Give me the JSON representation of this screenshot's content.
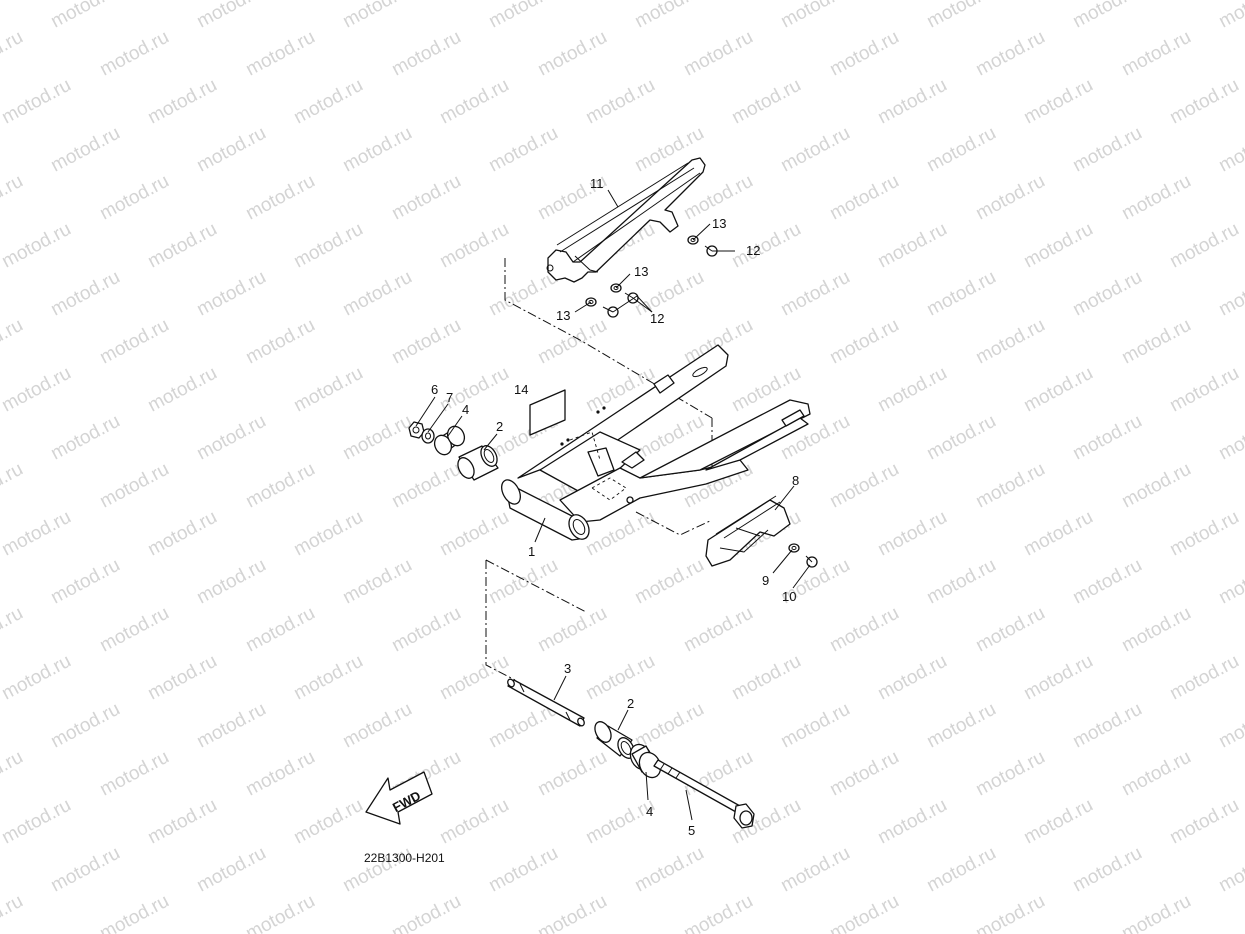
{
  "watermark": {
    "text": "motod.ru",
    "color": "#d4d4d4"
  },
  "callouts": [
    {
      "id": "11",
      "label": "11"
    },
    {
      "id": "13a",
      "label": "13"
    },
    {
      "id": "12a",
      "label": "12"
    },
    {
      "id": "13b",
      "label": "13"
    },
    {
      "id": "13c",
      "label": "13"
    },
    {
      "id": "12b",
      "label": "12"
    },
    {
      "id": "6",
      "label": "6"
    },
    {
      "id": "7",
      "label": "7"
    },
    {
      "id": "4a",
      "label": "4"
    },
    {
      "id": "2a",
      "label": "2"
    },
    {
      "id": "14",
      "label": "14"
    },
    {
      "id": "1",
      "label": "1"
    },
    {
      "id": "8",
      "label": "8"
    },
    {
      "id": "9",
      "label": "9"
    },
    {
      "id": "10",
      "label": "10"
    },
    {
      "id": "3",
      "label": "3"
    },
    {
      "id": "2b",
      "label": "2"
    },
    {
      "id": "4b",
      "label": "4"
    },
    {
      "id": "5",
      "label": "5"
    }
  ],
  "fwd_label": "FWD",
  "diagram_code": "22B1300-H201"
}
